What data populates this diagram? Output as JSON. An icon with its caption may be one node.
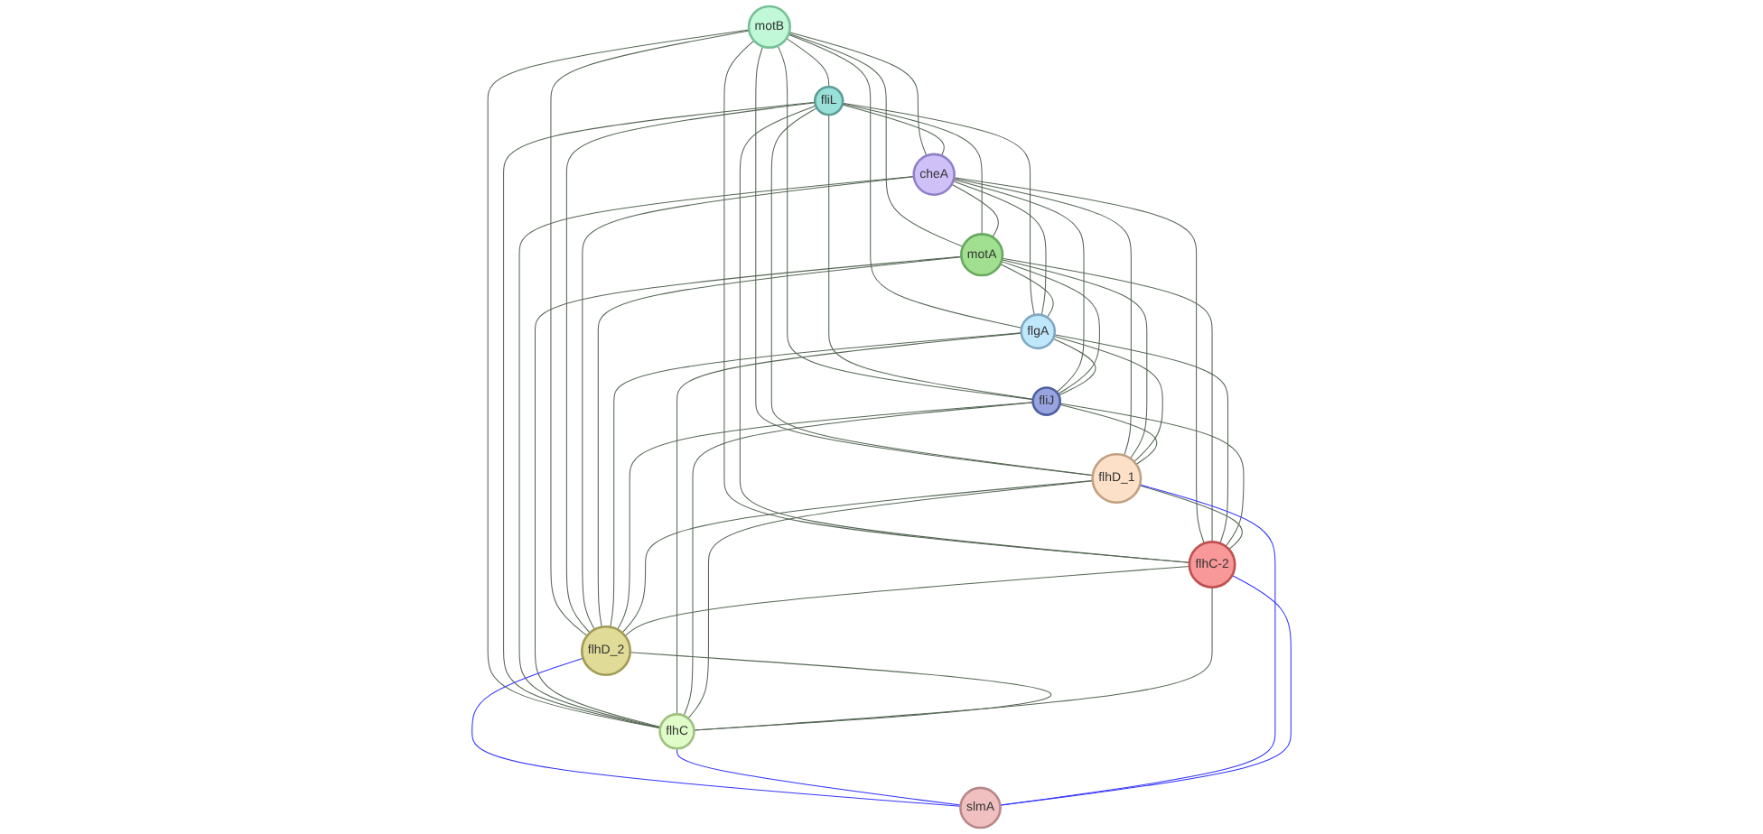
{
  "diagram": {
    "nodes": [
      {
        "text": [
          "motB"
        ]
      },
      {
        "text": [
          "fliL"
        ]
      },
      {
        "text": [
          "cheA"
        ]
      },
      {
        "text": [
          "motA"
        ]
      },
      {
        "text": [
          "flgA"
        ]
      },
      {
        "text": [
          "fliJ"
        ]
      },
      {
        "text": [
          "flhD_1"
        ]
      },
      {
        "text": [
          "flhC-2"
        ]
      },
      {
        "text": [
          "flhD_2"
        ]
      },
      {
        "text": [
          "flhC"
        ]
      },
      {
        "text": [
          "slmA"
        ]
      }
    ],
    "edges": [
      {
        "from": 0,
        "to": 1,
        "arrow": "none"
      },
      {
        "from": 0,
        "to": 2,
        "arrow": "none"
      },
      {
        "from": 0,
        "to": 3,
        "arrow": "none"
      },
      {
        "from": 0,
        "to": 4,
        "arrow": "none"
      },
      {
        "from": 0,
        "to": 5,
        "arrow": "none"
      },
      {
        "from": 0,
        "to": 6,
        "arrow": "none"
      },
      {
        "from": 0,
        "to": 7,
        "arrow": "none"
      },
      {
        "from": 0,
        "to": 8,
        "arrow": "none"
      },
      {
        "from": 0,
        "to": 9,
        "arrow": "none"
      },
      {
        "from": 1,
        "to": 2,
        "arrow": "none"
      },
      {
        "from": 1,
        "to": 3,
        "arrow": "none"
      },
      {
        "from": 1,
        "to": 4,
        "arrow": "none"
      },
      {
        "from": 1,
        "to": 5,
        "arrow": "none"
      },
      {
        "from": 1,
        "to": 6,
        "arrow": "none"
      },
      {
        "from": 1,
        "to": 7,
        "arrow": "none"
      },
      {
        "from": 1,
        "to": 8,
        "arrow": "none"
      },
      {
        "from": 1,
        "to": 9,
        "arrow": "none"
      },
      {
        "from": 2,
        "to": 3,
        "arrow": "none"
      },
      {
        "from": 2,
        "to": 4,
        "arrow": "none"
      },
      {
        "from": 2,
        "to": 5,
        "arrow": "none"
      },
      {
        "from": 2,
        "to": 6,
        "arrow": "none"
      },
      {
        "from": 2,
        "to": 7,
        "arrow": "none"
      },
      {
        "from": 2,
        "to": 8,
        "arrow": "none"
      },
      {
        "from": 2,
        "to": 9,
        "arrow": "none"
      },
      {
        "from": 3,
        "to": 4,
        "arrow": "none"
      },
      {
        "from": 3,
        "to": 5,
        "arrow": "none"
      },
      {
        "from": 3,
        "to": 6,
        "arrow": "none"
      },
      {
        "from": 3,
        "to": 7,
        "arrow": "none"
      },
      {
        "from": 3,
        "to": 8,
        "arrow": "none"
      },
      {
        "from": 3,
        "to": 9,
        "arrow": "none"
      },
      {
        "from": 4,
        "to": 5,
        "arrow": "none"
      },
      {
        "from": 4,
        "to": 6,
        "arrow": "none"
      },
      {
        "from": 4,
        "to": 7,
        "arrow": "none"
      },
      {
        "from": 4,
        "to": 8,
        "arrow": "none"
      },
      {
        "from": 4,
        "to": 9,
        "arrow": "none"
      },
      {
        "from": 5,
        "to": 6,
        "arrow": "none"
      },
      {
        "from": 5,
        "to": 7,
        "arrow": "none"
      },
      {
        "from": 5,
        "to": 8,
        "arrow": "none"
      },
      {
        "from": 5,
        "to": 9,
        "arrow": "none"
      },
      {
        "from": 6,
        "to": 7,
        "arrow": "none"
      },
      {
        "from": 6,
        "to": 8,
        "arrow": "none"
      },
      {
        "from": 6,
        "to": 9,
        "arrow": "none"
      },
      {
        "from": 7,
        "to": 8,
        "arrow": "none"
      },
      {
        "from": 7,
        "to": 9,
        "arrow": "none"
      },
      {
        "from": 8,
        "to": 9,
        "arrow": "none"
      },
      {
        "from": 8,
        "to": 10,
        "arrow": "none",
        "color": "#3333ff"
      },
      {
        "from": 9,
        "to": 10,
        "arrow": "none",
        "color": "#3333ff"
      },
      {
        "from": 6,
        "to": 10,
        "arrow": "none",
        "color": "#3333ff"
      },
      {
        "from": 7,
        "to": 10,
        "arrow": "none",
        "color": "#3333ff"
      }
    ]
  }
}
